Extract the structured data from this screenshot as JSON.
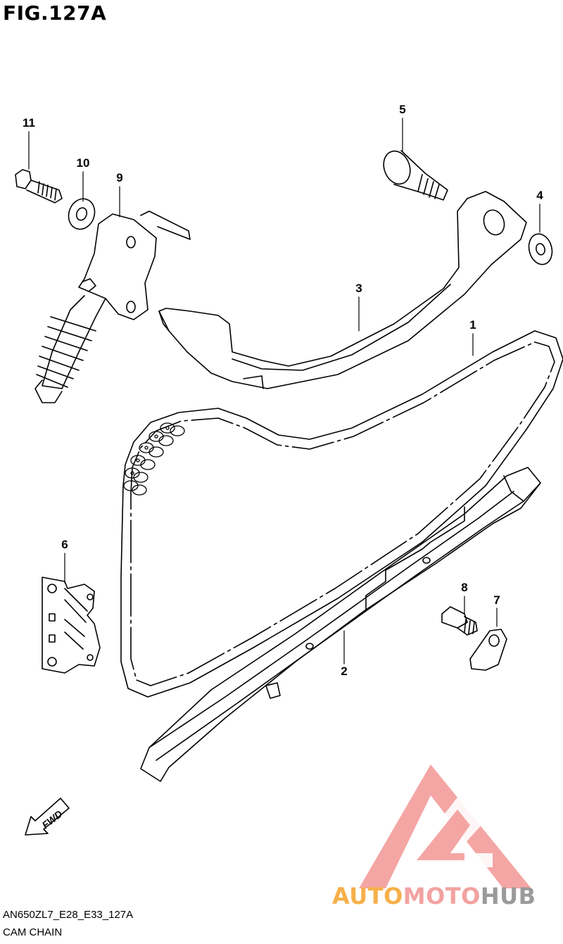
{
  "figure": {
    "title": "FIG.127A",
    "code": "AN650ZL7_E28_E33_127A",
    "caption": "CAM CHAIN"
  },
  "direction_label": "FWD",
  "callouts": [
    "1",
    "2",
    "3",
    "4",
    "5",
    "6",
    "7",
    "8",
    "9",
    "10",
    "11"
  ],
  "logo": {
    "part1": "AUTO",
    "part2": "MOTO",
    "part3": "HUB",
    "colors": {
      "part1": "#f6b04a",
      "part2": "#f2a2a0",
      "part3": "#9a9a9a",
      "mark": "#f39c9a"
    }
  }
}
